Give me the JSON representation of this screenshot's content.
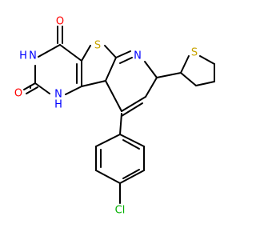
{
  "molecule": {
    "colors": {
      "bond": "#000000",
      "O": "#ff0000",
      "N": "#0000ff",
      "S": "#c8a400",
      "Cl": "#00b000"
    },
    "labels": {
      "o_top": "O",
      "o_bottom": "O",
      "n_imide": "N",
      "h_imide": "H",
      "n_amide": "N",
      "h_amide": "H",
      "s_core": "S",
      "n_pyridine": "N",
      "s_thiophene": "S",
      "cl": "Cl"
    }
  }
}
